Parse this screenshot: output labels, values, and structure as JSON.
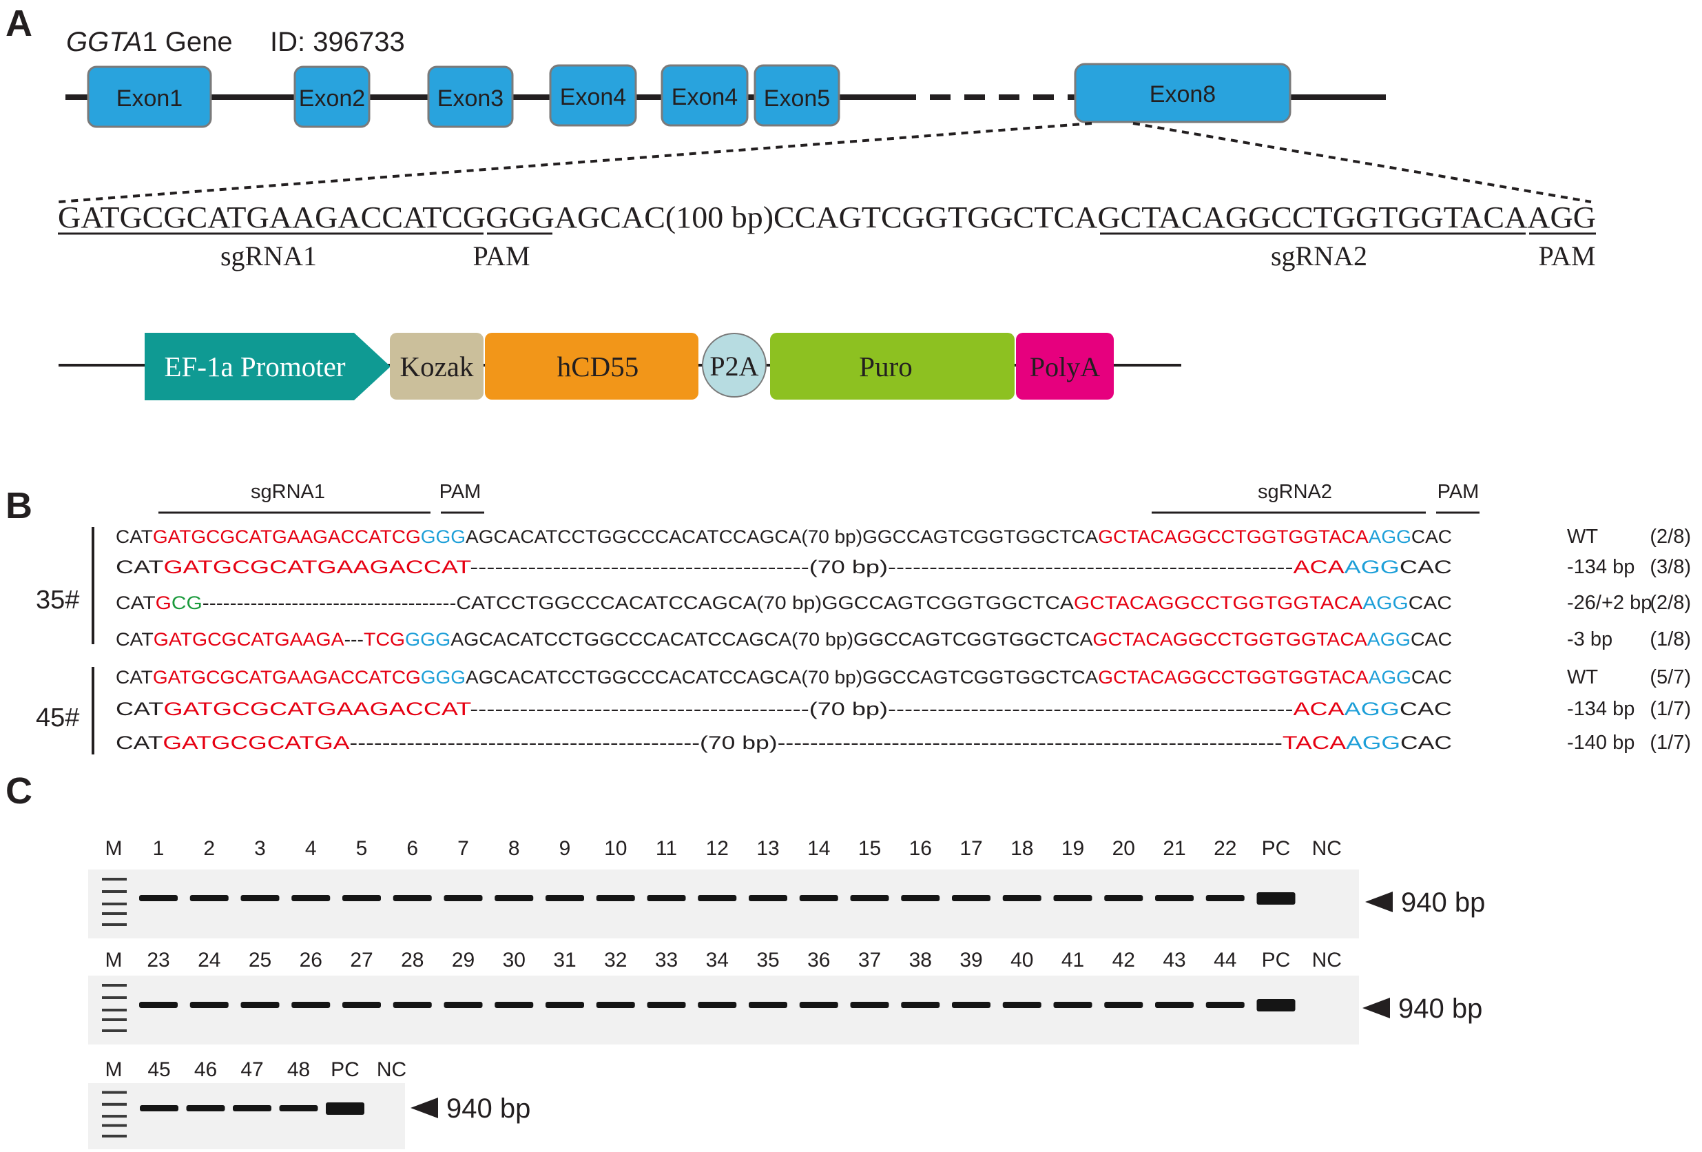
{
  "panel_a": {
    "label": "A",
    "gene_name": "GGTA",
    "gene_suffix": "1 Gene",
    "gene_id": "ID: 396733",
    "exons": [
      "Exon1",
      "Exon2",
      "Exon3",
      "Exon4",
      "Exon4",
      "Exon5",
      "Exon8"
    ],
    "sequence": {
      "s1": "GATGCGCATGAAGACCATCG",
      "pam1": "GGG",
      "mid1": "AGCAC(100 bp)CCAGTCGGTGGCTCA",
      "s2": "GCTACAGGCCTGGTGGTACA",
      "pam2": "AGG"
    },
    "labels": {
      "sgrna1": "sgRNA1",
      "pam1": "PAM",
      "sgrna2": "sgRNA2",
      "pam2": "PAM"
    },
    "construct": [
      "EF-1a Promoter",
      "Kozak",
      "hCD55",
      "P2A",
      "Puro",
      "PolyA"
    ]
  },
  "panel_b": {
    "label": "B",
    "header": {
      "sgrna1": "sgRNA1",
      "pam1": "PAM",
      "sgrna2": "sgRNA2",
      "pam2": "PAM"
    },
    "groups": [
      "35#",
      "45#"
    ],
    "rows": [
      {
        "segments": [
          [
            "CAT",
            "k"
          ],
          [
            "GATGCGCATGAAGACCATCG",
            "r"
          ],
          [
            "GGG",
            "b"
          ],
          [
            "AGCACATCCTGGCCCACATCCAGCA(70 bp)GGCCAGTCGGTGGCTCA",
            "k"
          ],
          [
            "GCTACAGGCCTGGTGGTACA",
            "r"
          ],
          [
            "AGG",
            "b"
          ],
          [
            "CAC",
            "k"
          ]
        ],
        "mut": "WT",
        "count": "(2/8)"
      },
      {
        "segments": [
          [
            "CAT",
            "k"
          ],
          [
            "GATGCGCATGAAGACCAT",
            "r"
          ],
          [
            "-----------------------------------------(70 bp)-------------------------------------------------",
            "k"
          ],
          [
            "ACA",
            "r"
          ],
          [
            "AGG",
            "b"
          ],
          [
            "CAC",
            "k"
          ]
        ],
        "mut": "-134 bp",
        "count": "(3/8)"
      },
      {
        "segments": [
          [
            "CAT",
            "k"
          ],
          [
            "G",
            "r"
          ],
          [
            "CG",
            "g"
          ],
          [
            "-------------------------------------CATCCTGGCCCACATCCAGCA(70 bp)GGCCAGTCGGTGGCTCA",
            "k"
          ],
          [
            "GCTACAGGCCTGGTGGTACA",
            "r"
          ],
          [
            "AGG",
            "b"
          ],
          [
            "CAC",
            "k"
          ]
        ],
        "mut": "-26/+2 bp",
        "count": "(2/8)"
      },
      {
        "segments": [
          [
            "CAT",
            "k"
          ],
          [
            "GATGCGCATGAAGA",
            "r"
          ],
          [
            "---",
            "k"
          ],
          [
            "TCG",
            "r"
          ],
          [
            "GGG",
            "b"
          ],
          [
            "AGCACATCCTGGCCCACATCCAGCA(70 bp)GGCCAGTCGGTGGCTCA",
            "k"
          ],
          [
            "GCTACAGGCCTGGTGGTACA",
            "r"
          ],
          [
            "AGG",
            "b"
          ],
          [
            "CAC",
            "k"
          ]
        ],
        "mut": "-3 bp",
        "count": "(1/8)"
      },
      {
        "segments": [
          [
            "CAT",
            "k"
          ],
          [
            "GATGCGCATGAAGACCATCG",
            "r"
          ],
          [
            "GGG",
            "b"
          ],
          [
            "AGCACATCCTGGCCCACATCCAGCA(70 bp)GGCCAGTCGGTGGCTCA",
            "k"
          ],
          [
            "GCTACAGGCCTGGTGGTACA",
            "r"
          ],
          [
            "AGG",
            "b"
          ],
          [
            "CAC",
            "k"
          ]
        ],
        "mut": "WT",
        "count": "(5/7)"
      },
      {
        "segments": [
          [
            "CAT",
            "k"
          ],
          [
            "GATGCGCATGAAGACCAT",
            "r"
          ],
          [
            "-----------------------------------------(70 bp)-------------------------------------------------",
            "k"
          ],
          [
            "ACA",
            "r"
          ],
          [
            "AGG",
            "b"
          ],
          [
            "CAC",
            "k"
          ]
        ],
        "mut": "-134 bp",
        "count": "(1/7)"
      },
      {
        "segments": [
          [
            "CAT",
            "k"
          ],
          [
            "GATGCGCATGA",
            "r"
          ],
          [
            "-------------------------------------------(70 bp)--------------------------------------------------------------",
            "k"
          ],
          [
            "TACA",
            "r"
          ],
          [
            "AGG",
            "b"
          ],
          [
            "CAC",
            "k"
          ]
        ],
        "mut": "-140 bp",
        "count": "(1/7)"
      }
    ],
    "colors": {
      "k": "#231f20",
      "r": "#e60012",
      "b": "#1d9fd8",
      "g": "#1a9a3c"
    }
  },
  "panel_c": {
    "label": "C",
    "gels": [
      {
        "lanes": [
          "M",
          "1",
          "2",
          "3",
          "4",
          "5",
          "6",
          "7",
          "8",
          "9",
          "10",
          "11",
          "12",
          "13",
          "14",
          "15",
          "16",
          "17",
          "18",
          "19",
          "20",
          "21",
          "22",
          "PC",
          "NC"
        ],
        "band": "940 bp"
      },
      {
        "lanes": [
          "M",
          "23",
          "24",
          "25",
          "26",
          "27",
          "28",
          "29",
          "30",
          "31",
          "32",
          "33",
          "34",
          "35",
          "36",
          "37",
          "38",
          "39",
          "40",
          "41",
          "42",
          "43",
          "44",
          "PC",
          "NC"
        ],
        "band": "940 bp"
      },
      {
        "lanes": [
          "M",
          "45",
          "46",
          "47",
          "48",
          "PC",
          "NC"
        ],
        "band": "940 bp"
      }
    ]
  },
  "colors": {
    "exon_fill": "#29a3dd",
    "exon_stroke": "#7a7a7a",
    "promoter": "#0f9a93",
    "kozak": "#cbbf9b",
    "hcd55": "#f29619",
    "p2a": "#b7dce1",
    "puro": "#8dc121",
    "polya": "#e6007e",
    "gel_bg": "#f1f1f1",
    "band": "#151515"
  }
}
